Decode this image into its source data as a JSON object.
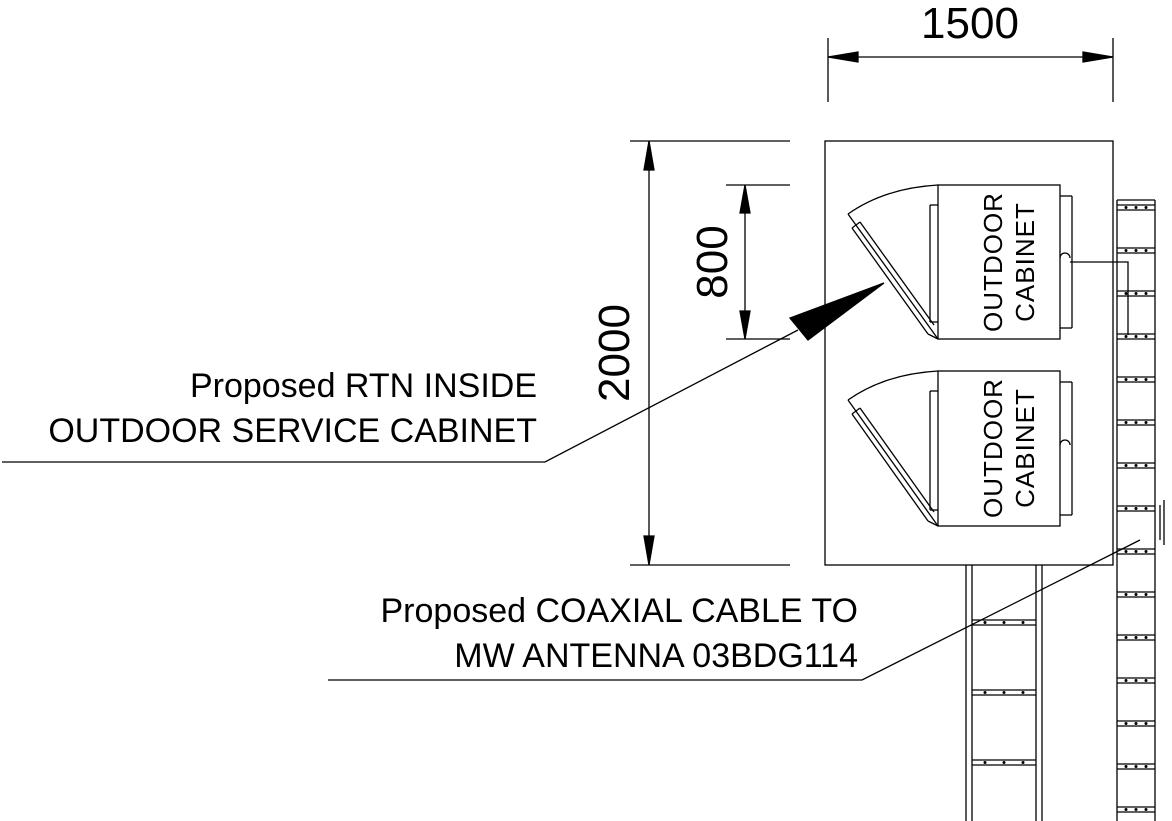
{
  "dimensions": {
    "width_label": "1500",
    "height_label": "2000",
    "cabinet_label": "800"
  },
  "cabinets": [
    {
      "line1": "OUTDOOR",
      "line2": "CABINET"
    },
    {
      "line1": "OUTDOOR",
      "line2": "CABINET"
    }
  ],
  "callouts": {
    "rtn_line1": "Proposed RTN INSIDE",
    "rtn_line2": "OUTDOOR SERVICE CABINET",
    "coax_line1": "Proposed COAXIAL CABLE TO",
    "coax_line2": "MW ANTENNA 03BDG114"
  }
}
